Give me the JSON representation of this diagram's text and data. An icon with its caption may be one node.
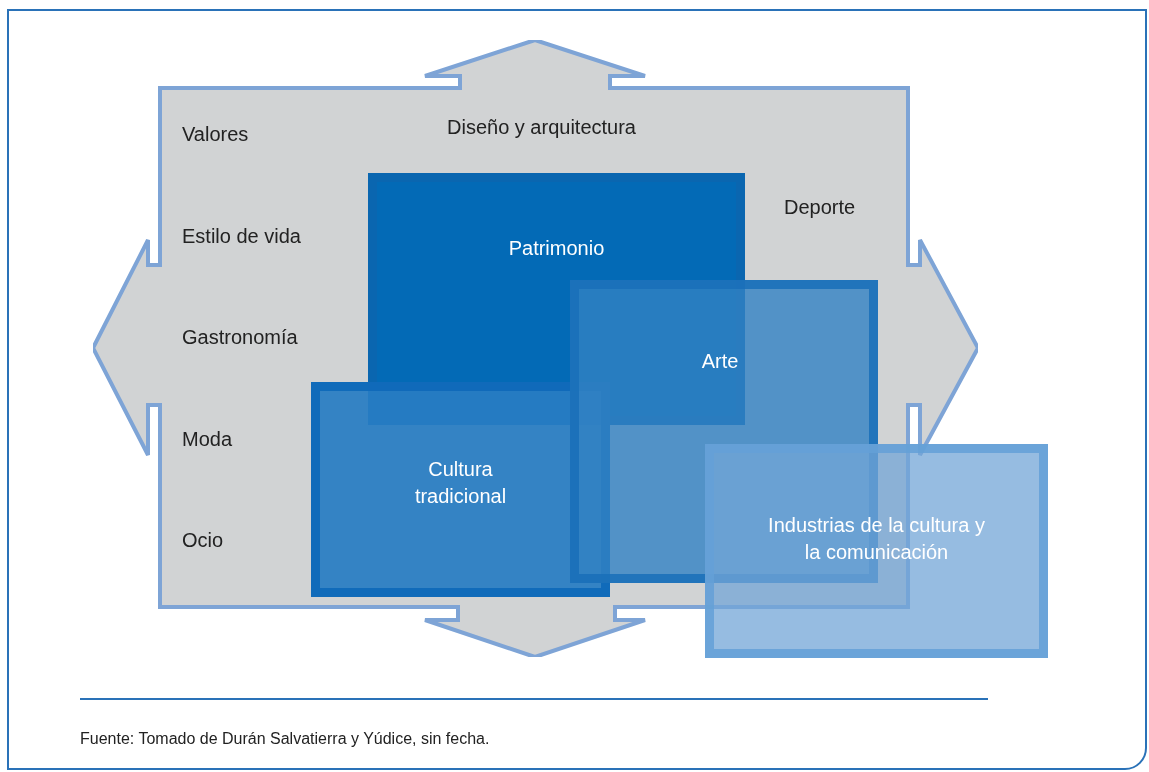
{
  "diagram": {
    "caption": "Fuente: Tomado de Durán Salvatierra y Yúdice, sin fecha.",
    "nodes": [
      {
        "text": [
          "Valores",
          "Diseño y arquitectura",
          "Deporte",
          "Estilo de vida",
          "Gastronomía",
          "Moda",
          "Ocio"
        ]
      },
      {
        "text": [
          "Patrimonio"
        ],
        "in": 0
      },
      {
        "text": [
          "Cultura tradicional"
        ],
        "in": 0
      },
      {
        "text": [
          "Arte"
        ],
        "in": 0
      },
      {
        "text": [
          "Industrias de la cultura y la comunicación"
        ]
      }
    ],
    "edges": []
  }
}
